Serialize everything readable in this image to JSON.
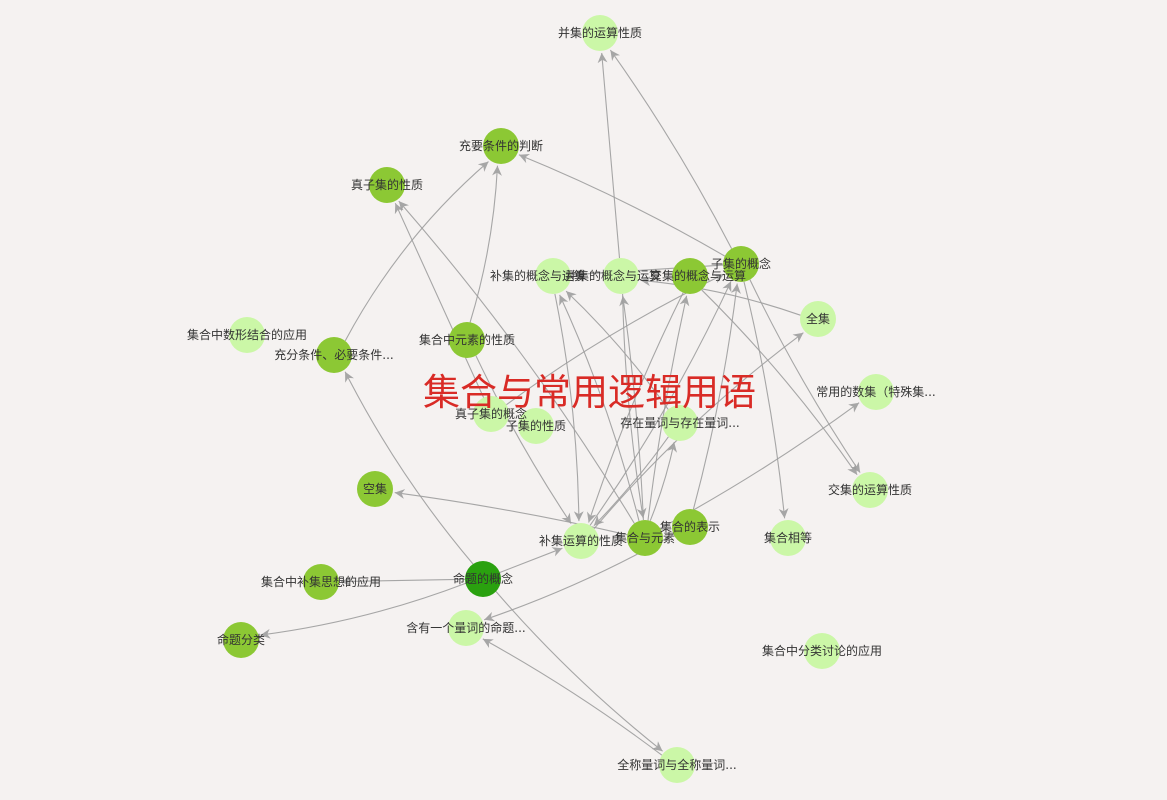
{
  "title": "集合与常用逻辑用语",
  "colors": {
    "background": "#f5f2f1",
    "title": "#d92b26",
    "edge": "#9e9e9e",
    "label": "#333333",
    "node_dark": "#2aa10f",
    "node_medium": "#8cc834",
    "node_light": "#cbf7a7"
  },
  "nodes": [
    {
      "id": "n1",
      "label": "并集的运算性质",
      "tone": "light"
    },
    {
      "id": "n2",
      "label": "充要条件的判断",
      "tone": "medium"
    },
    {
      "id": "n3",
      "label": "真子集的性质",
      "tone": "medium"
    },
    {
      "id": "n4",
      "label": "补集的概念与运算",
      "tone": "light"
    },
    {
      "id": "n5",
      "label": "并集的概念与运算",
      "tone": "light"
    },
    {
      "id": "n6",
      "label": "交集的概念与运算",
      "tone": "medium"
    },
    {
      "id": "n7",
      "label": "子集的概念",
      "tone": "medium"
    },
    {
      "id": "n8",
      "label": "全集",
      "tone": "light"
    },
    {
      "id": "n9",
      "label": "集合中数形结合的应用",
      "tone": "light"
    },
    {
      "id": "n10",
      "label": "充分条件、必要条件...",
      "tone": "medium"
    },
    {
      "id": "n11",
      "label": "集合中元素的性质",
      "tone": "medium"
    },
    {
      "id": "n12",
      "label": "常用的数集（特殊集...",
      "tone": "light"
    },
    {
      "id": "n13",
      "label": "真子集的概念",
      "tone": "light"
    },
    {
      "id": "n14",
      "label": "子集的性质",
      "tone": "light"
    },
    {
      "id": "n15",
      "label": "存在量词与存在量词...",
      "tone": "light"
    },
    {
      "id": "n16",
      "label": "交集的运算性质",
      "tone": "light"
    },
    {
      "id": "n17",
      "label": "空集",
      "tone": "medium"
    },
    {
      "id": "n18",
      "label": "集合的表示",
      "tone": "medium"
    },
    {
      "id": "n19",
      "label": "补集运算的性质",
      "tone": "light"
    },
    {
      "id": "n20",
      "label": "集合与元素",
      "tone": "medium"
    },
    {
      "id": "n21",
      "label": "集合相等",
      "tone": "light"
    },
    {
      "id": "n22",
      "label": "集合中补集思想的应用",
      "tone": "medium"
    },
    {
      "id": "n23",
      "label": "命题的概念",
      "tone": "dark"
    },
    {
      "id": "n24",
      "label": "命题分类",
      "tone": "medium"
    },
    {
      "id": "n25",
      "label": "含有一个量词的命题...",
      "tone": "light"
    },
    {
      "id": "n26",
      "label": "集合中分类讨论的应用",
      "tone": "light"
    },
    {
      "id": "n27",
      "label": "全称量词与全称量词...",
      "tone": "light"
    }
  ],
  "edges": [
    {
      "from": "n7",
      "to": "n1",
      "bend": 0.03
    },
    {
      "from": "n5",
      "to": "n1",
      "bend": 0
    },
    {
      "from": "n7",
      "to": "n2",
      "bend": 0.03
    },
    {
      "from": "n10",
      "to": "n2",
      "bend": -0.08
    },
    {
      "from": "n11",
      "to": "n2",
      "bend": 0.05
    },
    {
      "from": "n20",
      "to": "n3",
      "bend": 0.04
    },
    {
      "from": "n13",
      "to": "n3",
      "bend": 0
    },
    {
      "from": "n8",
      "to": "n5",
      "bend": 0.05
    },
    {
      "from": "n7",
      "to": "n4",
      "bend": 0
    },
    {
      "from": "n20",
      "to": "n4",
      "bend": 0.04
    },
    {
      "from": "n20",
      "to": "n5",
      "bend": 0.02
    },
    {
      "from": "n20",
      "to": "n6",
      "bend": -0.02
    },
    {
      "from": "n19",
      "to": "n7",
      "bend": 0.04
    },
    {
      "from": "n13",
      "to": "n7",
      "bend": -0.04
    },
    {
      "from": "n18",
      "to": "n7",
      "bend": 0.03
    },
    {
      "from": "n7",
      "to": "n16",
      "bend": 0.03
    },
    {
      "from": "n7",
      "to": "n21",
      "bend": -0.03
    },
    {
      "from": "n6",
      "to": "n16",
      "bend": -0.04
    },
    {
      "from": "n20",
      "to": "n12",
      "bend": 0.03
    },
    {
      "from": "n19",
      "to": "n8",
      "bend": -0.05
    },
    {
      "from": "n20",
      "to": "n17",
      "bend": 0.02
    },
    {
      "from": "n23",
      "to": "n10",
      "bend": -0.05
    },
    {
      "from": "n23",
      "to": "n24",
      "bend": -0.05
    },
    {
      "from": "n23",
      "to": "n22",
      "bend": 0
    },
    {
      "from": "n23",
      "to": "n27",
      "bend": 0.04
    },
    {
      "from": "n27",
      "to": "n25",
      "bend": 0.03
    },
    {
      "from": "n23",
      "to": "n19",
      "bend": 0
    },
    {
      "from": "n18",
      "to": "n25",
      "bend": -0.04
    },
    {
      "from": "n15",
      "to": "n19",
      "bend": -0.03
    },
    {
      "from": "n15",
      "to": "n4",
      "bend": 0.04
    },
    {
      "from": "n6",
      "to": "n19",
      "bend": 0.03
    },
    {
      "from": "n4",
      "to": "n19",
      "bend": -0.04
    },
    {
      "from": "n11",
      "to": "n19",
      "bend": 0.03
    },
    {
      "from": "n20",
      "to": "n15",
      "bend": 0.03
    },
    {
      "from": "n5",
      "to": "n20",
      "bend": 0.03
    }
  ]
}
